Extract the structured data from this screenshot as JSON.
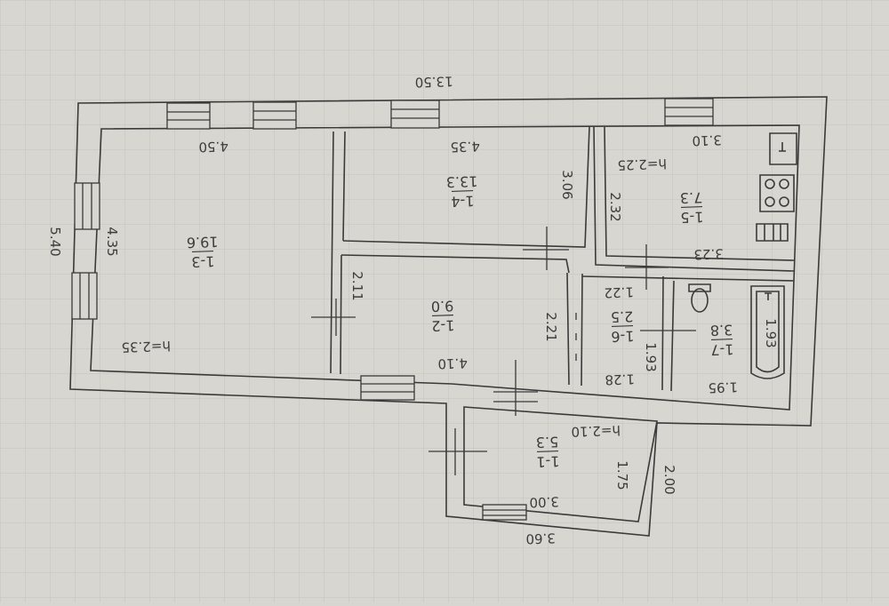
{
  "colors": {
    "paper": "#d8d6d0",
    "grid": "#c4c2bc",
    "line": "#3a3a3a",
    "text": "#3c3c3c"
  },
  "dimensions": {
    "top_length": "13.50",
    "left_height": "5.40",
    "room3_width": "4.50",
    "room3_height": "4.35",
    "room3_ceiling": "h=2.35",
    "room2_right_wall": "2.11",
    "room4_width": "4.35",
    "room4_height": "3.06",
    "room5_ceiling": "h=2.25",
    "room5_width_top": "3.10",
    "room5_height": "2.32",
    "room5_width_bottom": "3.23",
    "hall_width": "2.21",
    "room2_width": "4.10",
    "room6_width": "1.22",
    "room6_height": "1.93",
    "room6_width_bottom": "1.28",
    "room7_height": "1.93",
    "room7_width": "1.95",
    "room1_ceiling": "h=2.10",
    "room1_height": "1.75",
    "room1_width": "3.00",
    "porch_depth": "2.00",
    "porch_width": "3.60"
  },
  "rooms": [
    {
      "id": "1-3",
      "area": "19.6"
    },
    {
      "id": "1-4",
      "area": "13.3"
    },
    {
      "id": "1-5",
      "area": "7.3"
    },
    {
      "id": "1-2",
      "area": "9.0"
    },
    {
      "id": "1-6",
      "area": "2.5"
    },
    {
      "id": "1-7",
      "area": "3.8"
    },
    {
      "id": "1-1",
      "area": "5.3"
    }
  ]
}
